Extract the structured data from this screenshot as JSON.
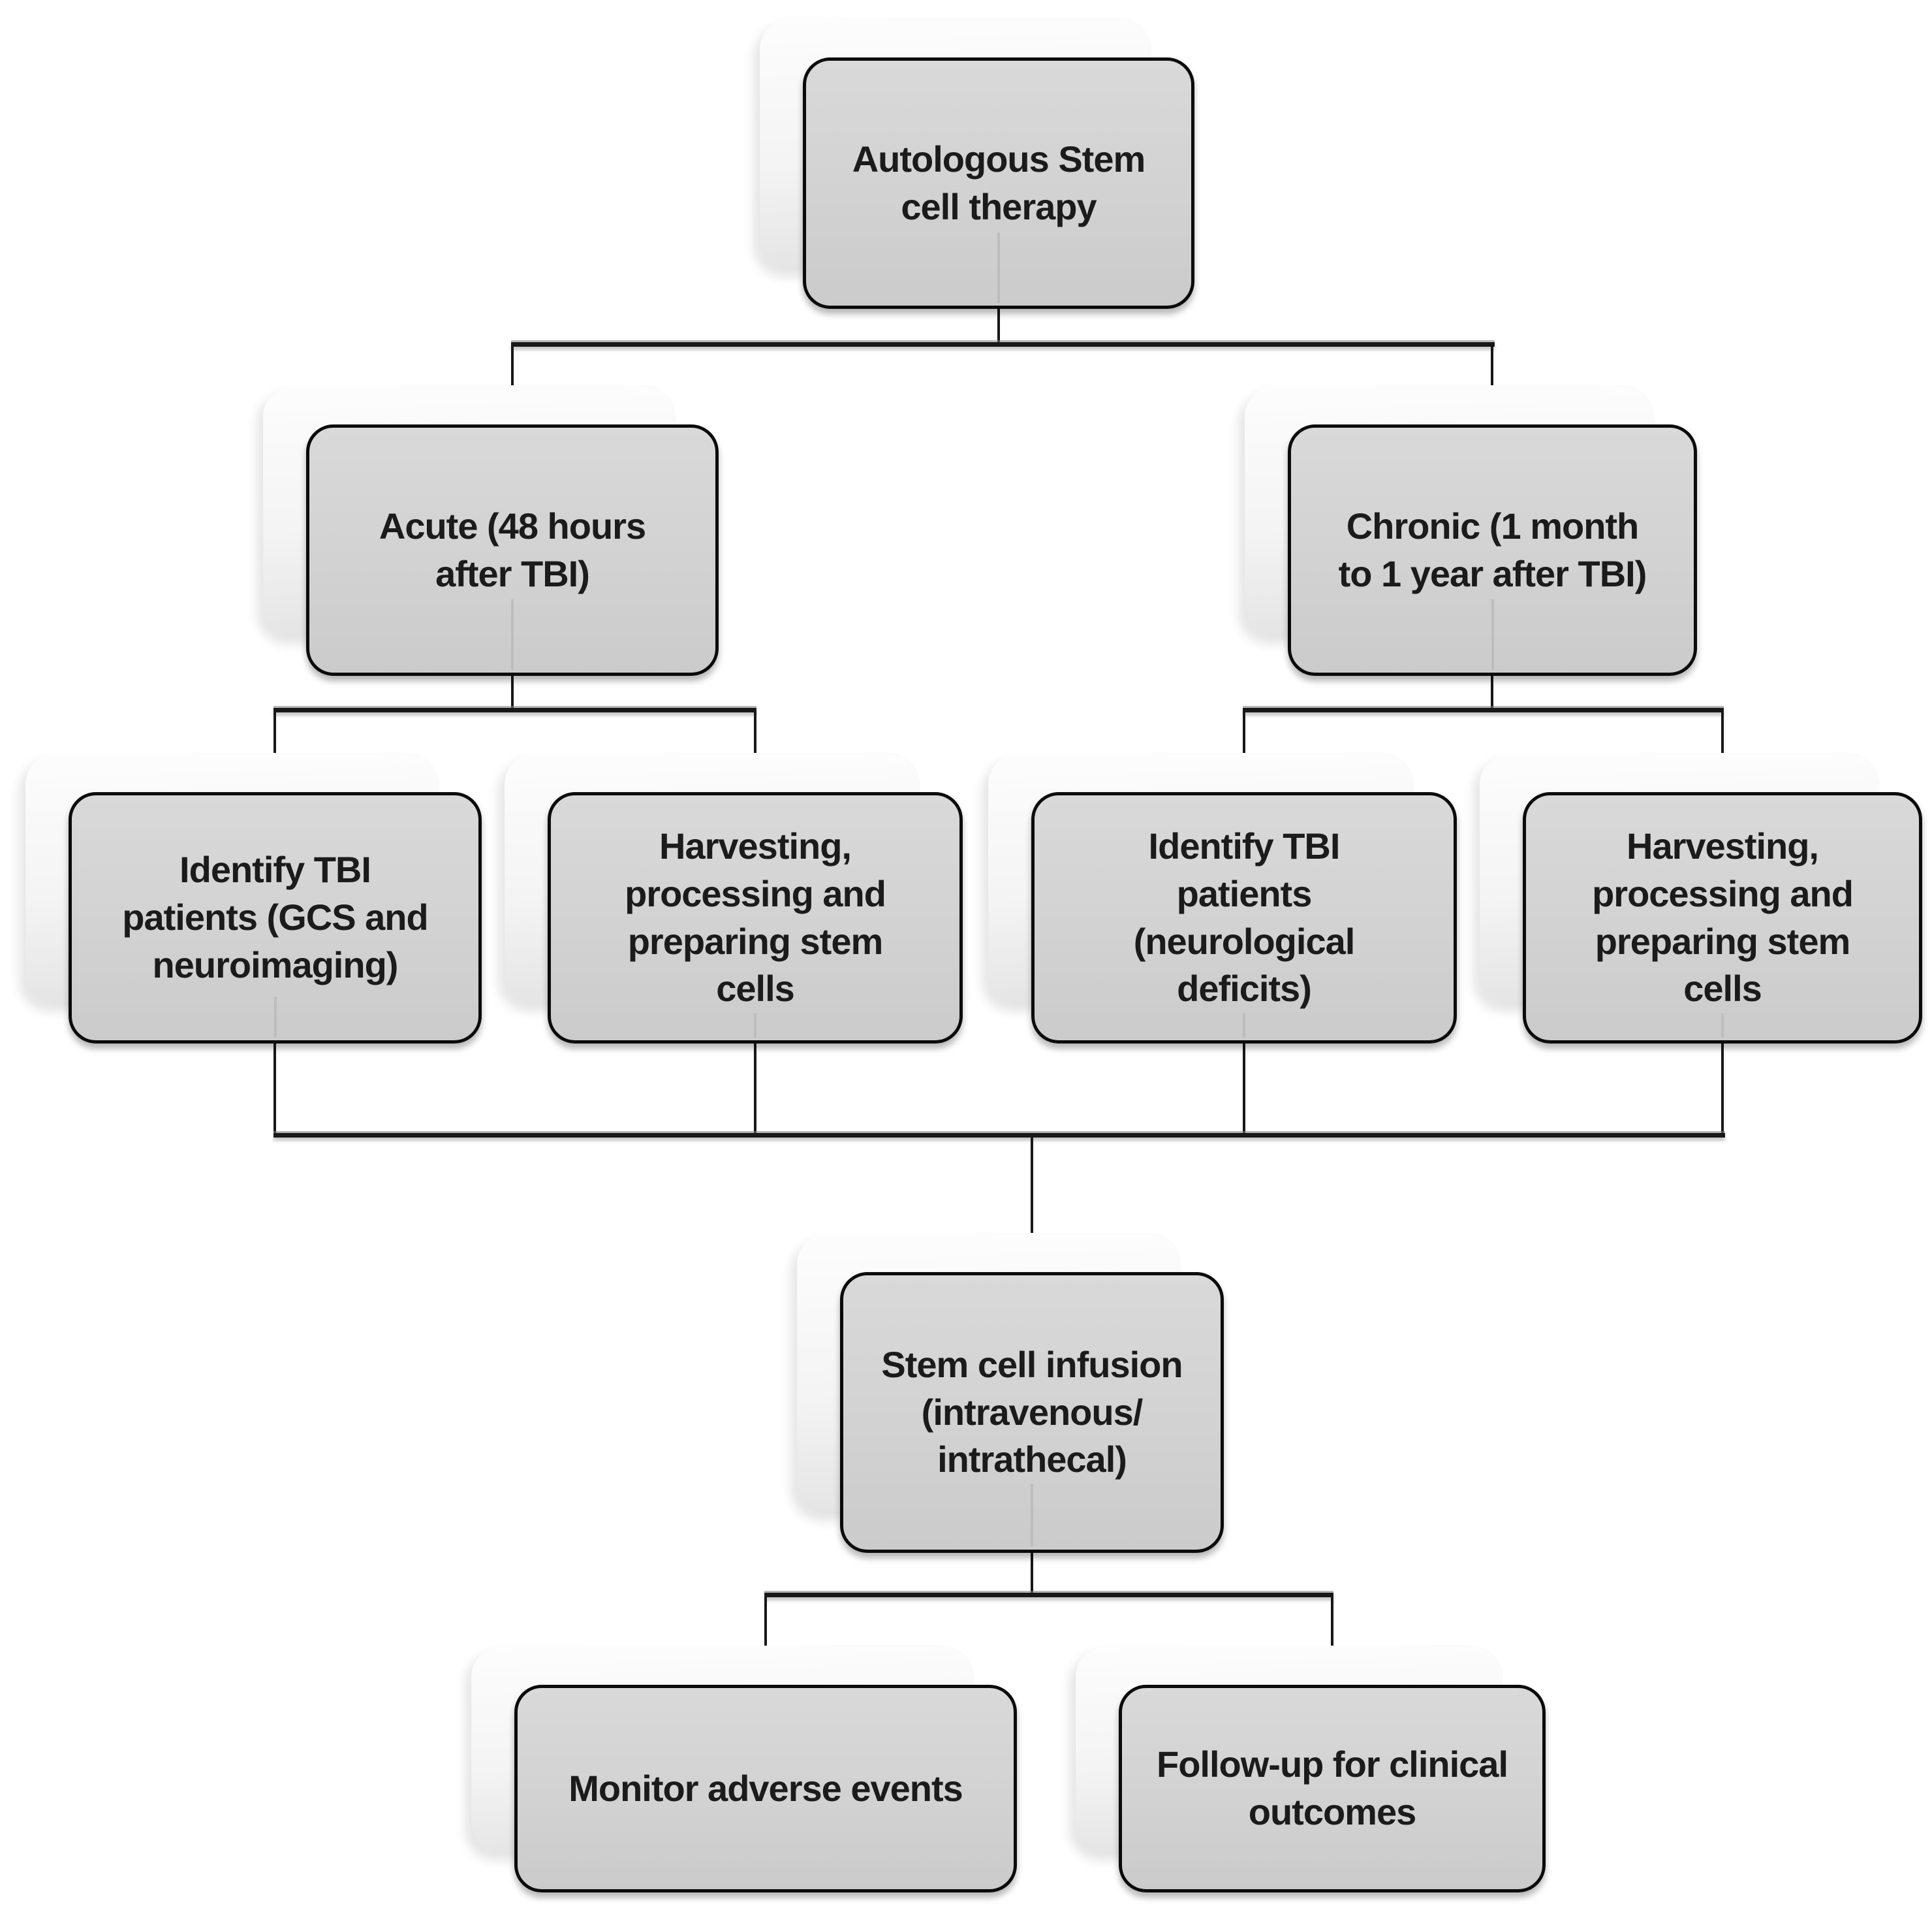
{
  "figure_type": "flowchart",
  "background_color": "#ffffff",
  "colors": {
    "node_fill": "#d2d2d2",
    "node_border": "#0b0b0b",
    "back_card_fill": "#f4f4f4",
    "connector": "#181818",
    "text": "#1b1b1b"
  },
  "nodes": {
    "root": {
      "label": "Autologous Stem\ncell therapy"
    },
    "acute": {
      "label": "Acute (48 hours\nafter TBI)"
    },
    "chronic": {
      "label": "Chronic (1 month\nto 1 year after TBI)"
    },
    "identify_acute": {
      "label": "Identify TBI\npatients  (GCS and\nneuroimaging)"
    },
    "harvest_acute": {
      "label": "Harvesting,\nprocessing and\npreparing stem\ncells"
    },
    "identify_chronic": {
      "label": "Identify TBI\npatients\n(neurological\ndeficits)"
    },
    "harvest_chronic": {
      "label": "Harvesting,\nprocessing and\npreparing stem\ncells"
    },
    "infusion": {
      "label": "Stem cell infusion\n(intravenous/\nintrathecal)"
    },
    "monitor": {
      "label": "Monitor adverse events"
    },
    "followup": {
      "label": "Follow-up for clinical\noutcomes"
    }
  },
  "edges": [
    [
      "root",
      "acute"
    ],
    [
      "root",
      "chronic"
    ],
    [
      "acute",
      "identify_acute"
    ],
    [
      "acute",
      "harvest_acute"
    ],
    [
      "chronic",
      "identify_chronic"
    ],
    [
      "chronic",
      "harvest_chronic"
    ],
    [
      "identify_acute",
      "infusion"
    ],
    [
      "harvest_acute",
      "infusion"
    ],
    [
      "identify_chronic",
      "infusion"
    ],
    [
      "harvest_chronic",
      "infusion"
    ],
    [
      "infusion",
      "monitor"
    ],
    [
      "infusion",
      "followup"
    ]
  ]
}
